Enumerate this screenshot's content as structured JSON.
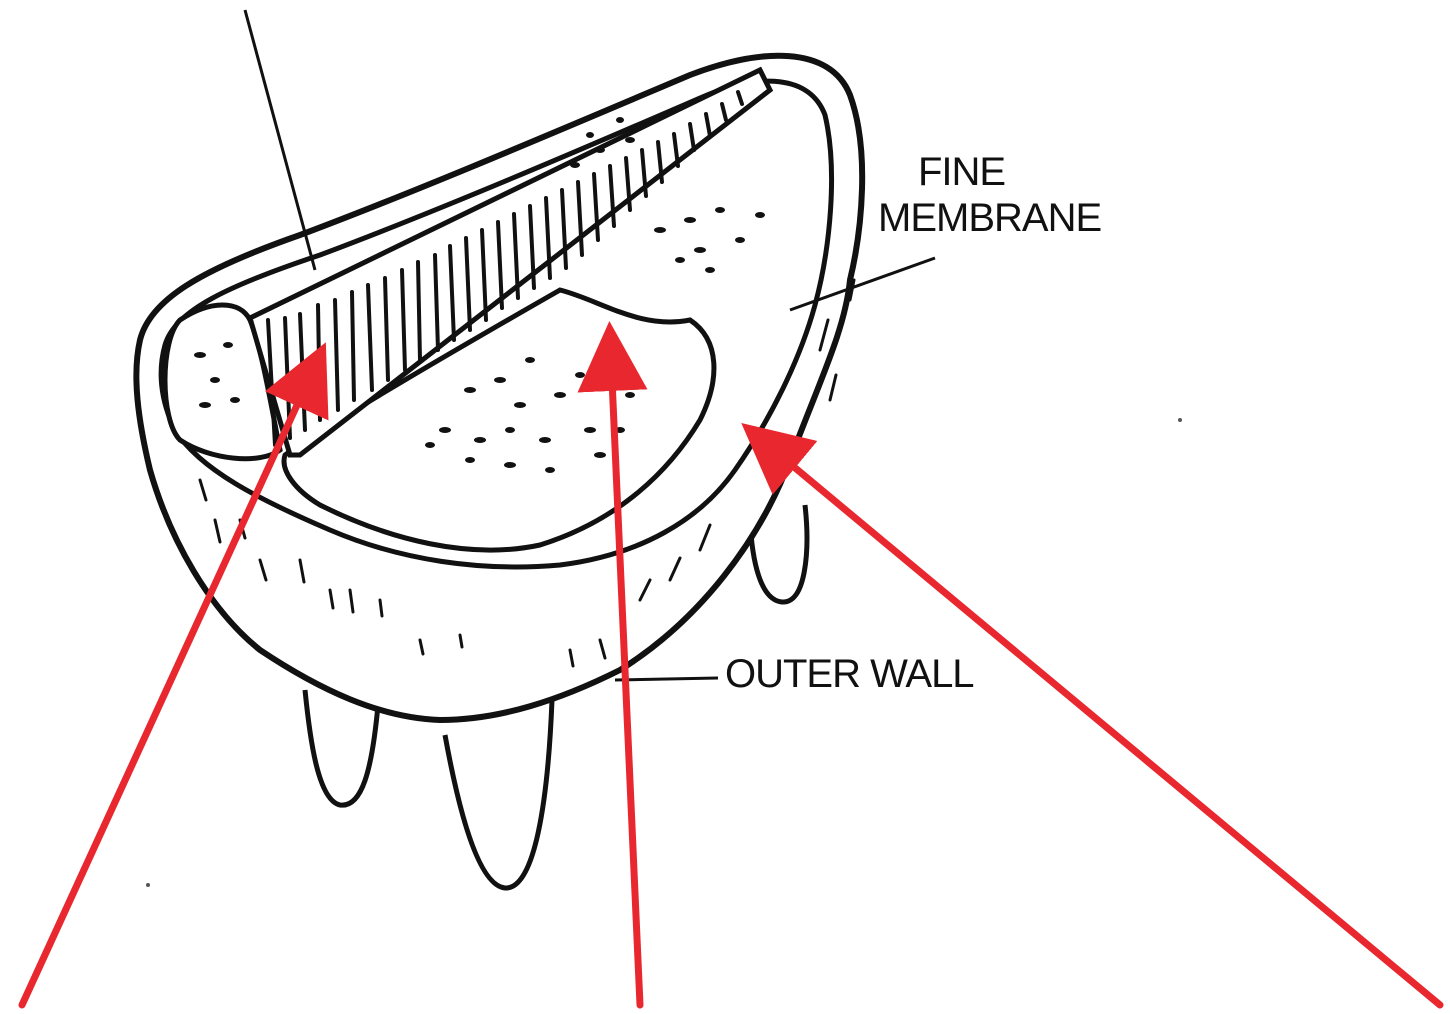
{
  "labels": {
    "fine_membrane_line1": "FINE",
    "fine_membrane_line2": "MEMBRANE",
    "outer_wall": "OUTER WALL"
  },
  "colors": {
    "ink": "#111111",
    "pointer_arrow": "#e8282e"
  }
}
